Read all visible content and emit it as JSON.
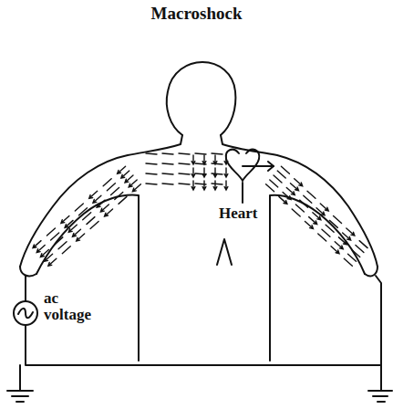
{
  "diagram": {
    "title": "Macroshock",
    "labels": [
      "Heart",
      "ac voltage"
    ]
  }
}
